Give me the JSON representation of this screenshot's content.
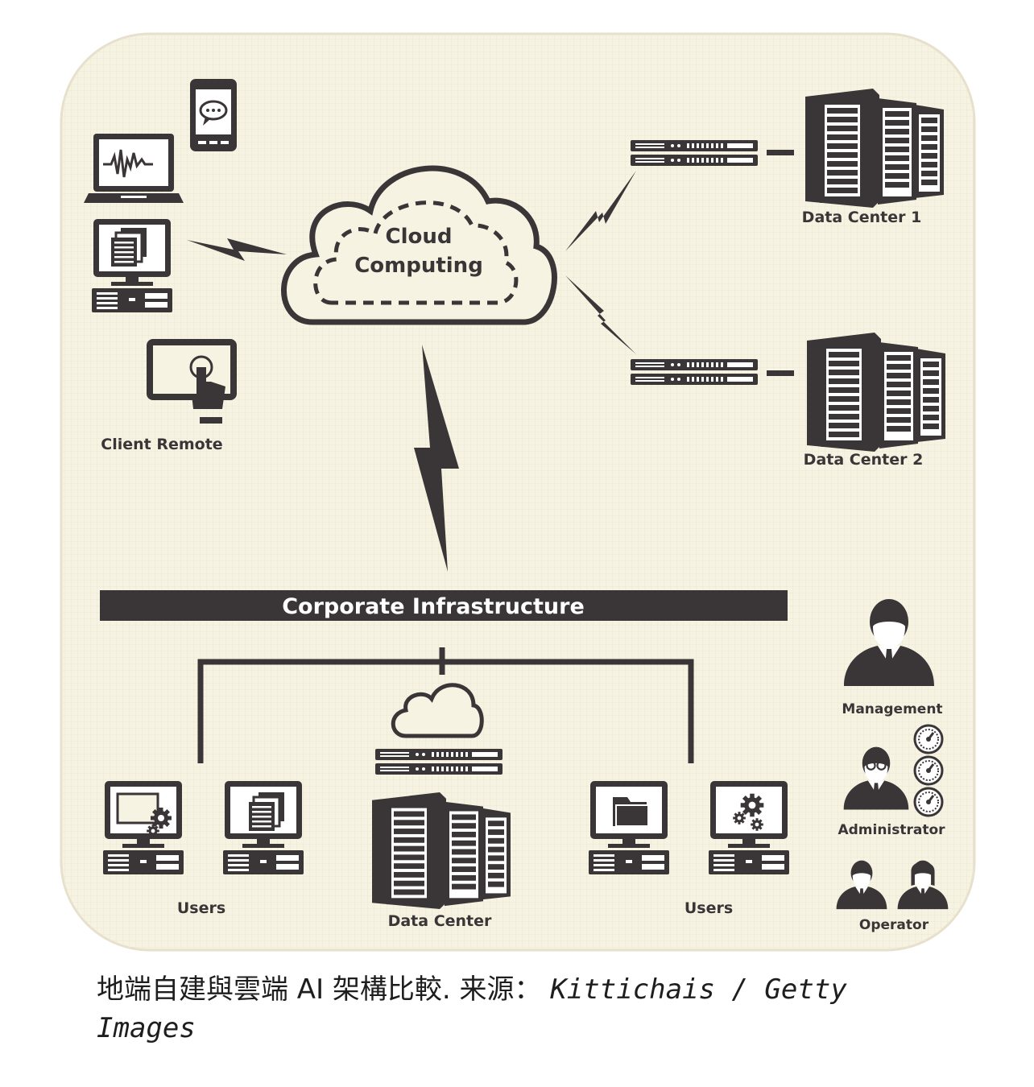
{
  "colors": {
    "panel_bg": "#f7f3e3",
    "panel_border": "#e6e0cc",
    "ink": "#3a3536",
    "highlight": "#ffffff"
  },
  "diagram": {
    "cloud_label_line1": "Cloud",
    "cloud_label_line2": "Computing",
    "client_remote": "Client Remote",
    "data_center_1": "Data Center 1",
    "data_center_2": "Data Center 2",
    "corporate": "Corporate Infrastructure",
    "users_left": "Users",
    "users_right": "Users",
    "data_center": "Data Center",
    "management": "Management",
    "administrator": "Administrator",
    "operator": "Operator"
  },
  "icons": [
    "smartphone-icon",
    "laptop-icon",
    "desktop-icon",
    "touch-tablet-icon",
    "cloud-icon",
    "rack-server-icon",
    "server-cabinet-icon",
    "person-icon",
    "gauge-icon",
    "gear-icon",
    "folder-icon",
    "document-icon",
    "lightning-icon"
  ],
  "caption": {
    "text": "地端自建與雲端 AI 架構比較. 来源：",
    "source": "Kittichais / Getty Images"
  }
}
